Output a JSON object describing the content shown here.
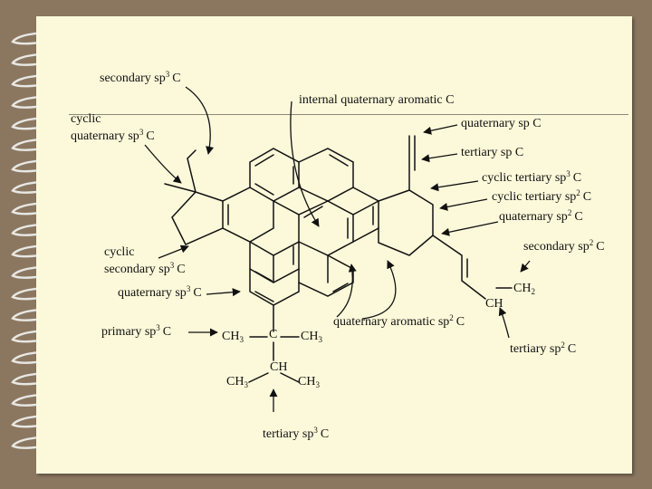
{
  "labels": {
    "secondary_sp3": {
      "text": "secondary sp",
      "sup": "3",
      "tail": "C"
    },
    "internal_quaternary_aromatic": {
      "text": "internal quaternary aromatic C"
    },
    "cyclic_quaternary_sp3_line1": {
      "text": "cyclic"
    },
    "cyclic_quaternary_sp3_line2": {
      "text": "quaternary sp",
      "sup": "3",
      "tail": "C"
    },
    "quaternary_sp": {
      "text": "quaternary sp C"
    },
    "tertiary_sp": {
      "text": "tertiary sp C"
    },
    "cyclic_tertiary_sp3": {
      "text": "cyclic tertiary sp",
      "sup": "3",
      "tail": "C"
    },
    "cyclic_tertiary_sp2": {
      "text": "cyclic tertiary sp",
      "sup": "2",
      "tail": "C"
    },
    "quaternary_sp2": {
      "text": "quaternary sp",
      "sup": "2",
      "tail": "C"
    },
    "secondary_sp2": {
      "text": "secondary sp",
      "sup": "2",
      "tail": "C"
    },
    "cyclic_secondary_sp3_line1": {
      "text": "cyclic"
    },
    "cyclic_secondary_sp3_line2": {
      "text": "secondary sp",
      "sup": "3",
      "tail": "C"
    },
    "quaternary_sp3": {
      "text": "quaternary sp",
      "sup": "3",
      "tail": "C"
    },
    "primary_sp3": {
      "text": "primary sp",
      "sup": "3",
      "tail": "C"
    },
    "quaternary_aromatic_sp2": {
      "text": "quaternary aromatic sp",
      "sup": "2",
      "tail": "C"
    },
    "tertiary_sp2": {
      "text": "tertiary sp",
      "sup": "2",
      "tail": "C"
    },
    "tertiary_sp3": {
      "text": "tertiary sp",
      "sup": "3",
      "tail": "C"
    }
  },
  "atoms": {
    "ch3_left": {
      "text": "CH",
      "sub": "3"
    },
    "c_center": {
      "text": "C"
    },
    "ch3_right": {
      "text": "CH",
      "sub": "3"
    },
    "ch": {
      "text": "CH"
    },
    "ch3_bottom_left": {
      "text": "CH",
      "sub": "3"
    },
    "ch3_bottom_right": {
      "text": "CH",
      "sub": "3"
    },
    "ch_vinyl": {
      "text": "CH"
    },
    "ch2_vinyl": {
      "text": "CH",
      "sub": "2"
    }
  },
  "colors": {
    "background": "#8b7760",
    "page": "#fcf9da",
    "ink": "#111111"
  }
}
